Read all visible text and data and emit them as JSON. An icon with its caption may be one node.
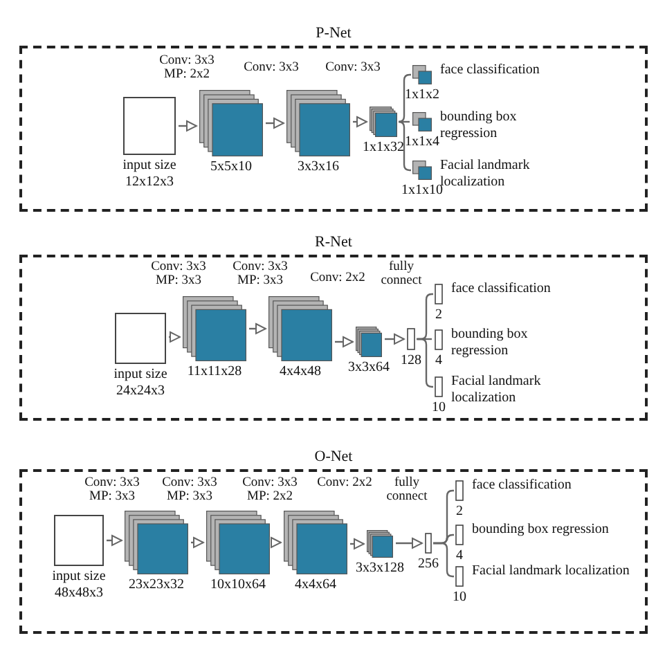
{
  "diagram": {
    "nodes": [
      {
        "text": [
          "P-Net"
        ]
      },
      {
        "text": [
          "input size 12x12x3"
        ],
        "in": 0
      },
      {
        "text": [
          "5x5x10"
        ],
        "in": 0
      },
      {
        "text": [
          "3x3x16"
        ],
        "in": 0
      },
      {
        "text": [
          "1x1x32"
        ],
        "in": 0
      },
      {
        "text": [
          "face classification",
          "1x1x2"
        ],
        "in": 0
      },
      {
        "text": [
          "bounding box regression",
          "1x1x4"
        ],
        "in": 0
      },
      {
        "text": [
          "Facial landmark localization",
          "1x1x10"
        ],
        "in": 0
      },
      {
        "text": [
          "R-Net"
        ]
      },
      {
        "text": [
          "input size 24x24x3"
        ],
        "in": 8
      },
      {
        "text": [
          "11x11x28"
        ],
        "in": 8
      },
      {
        "text": [
          "4x4x48"
        ],
        "in": 8
      },
      {
        "text": [
          "3x3x64"
        ],
        "in": 8
      },
      {
        "text": [
          "128"
        ],
        "in": 8
      },
      {
        "text": [
          "face classification",
          "2"
        ],
        "in": 8
      },
      {
        "text": [
          "bounding box regression",
          "4"
        ],
        "in": 8
      },
      {
        "text": [
          "Facial landmark localization",
          "10"
        ],
        "in": 8
      },
      {
        "text": [
          "O-Net"
        ]
      },
      {
        "text": [
          "input size 48x48x3"
        ],
        "in": 17
      },
      {
        "text": [
          "23x23x32"
        ],
        "in": 17
      },
      {
        "text": [
          "10x10x64"
        ],
        "in": 17
      },
      {
        "text": [
          "4x4x64"
        ],
        "in": 17
      },
      {
        "text": [
          "3x3x128"
        ],
        "in": 17
      },
      {
        "text": [
          "256"
        ],
        "in": 17
      },
      {
        "text": [
          "face classification",
          "2"
        ],
        "in": 17
      },
      {
        "text": [
          "bounding box regression",
          "4"
        ],
        "in": 17
      },
      {
        "text": [
          "Facial landmark localization",
          "10"
        ],
        "in": 17
      }
    ],
    "edges": [
      {
        "from": 1,
        "to": 2,
        "arrow": "to"
      },
      {
        "from": 2,
        "to": 3,
        "arrow": "to"
      },
      {
        "from": 3,
        "to": 4,
        "arrow": "to"
      },
      {
        "from": 4,
        "to": 5,
        "arrow": "none"
      },
      {
        "from": 4,
        "to": 6,
        "arrow": "none"
      },
      {
        "from": 4,
        "to": 7,
        "arrow": "none"
      },
      {
        "from": 9,
        "to": 10,
        "arrow": "to"
      },
      {
        "from": 10,
        "to": 11,
        "arrow": "to"
      },
      {
        "from": 11,
        "to": 12,
        "arrow": "to"
      },
      {
        "from": 12,
        "to": 13,
        "arrow": "to"
      },
      {
        "from": 13,
        "to": 14,
        "arrow": "none"
      },
      {
        "from": 13,
        "to": 15,
        "arrow": "none"
      },
      {
        "from": 13,
        "to": 16,
        "arrow": "none"
      },
      {
        "from": 18,
        "to": 19,
        "arrow": "to"
      },
      {
        "from": 19,
        "to": 20,
        "arrow": "to"
      },
      {
        "from": 20,
        "to": 21,
        "arrow": "to"
      },
      {
        "from": 21,
        "to": 22,
        "arrow": "to"
      },
      {
        "from": 22,
        "to": 23,
        "arrow": "to"
      },
      {
        "from": 23,
        "to": 24,
        "arrow": "none"
      },
      {
        "from": 23,
        "to": 25,
        "arrow": "none"
      },
      {
        "from": 23,
        "to": 26,
        "arrow": "none"
      }
    ],
    "labels": [
      "Conv: 3x3 MP: 2x2",
      "Conv: 3x3",
      "Conv: 3x3",
      "Conv: 3x3 MP: 3x3",
      "Conv: 3x3 MP: 3x3",
      "Conv: 2x2",
      "fully connect",
      "Conv: 3x3 MP: 3x3",
      "Conv: 3x3 MP: 3x3",
      "Conv: 3x3 MP: 2x2",
      "Conv: 2x2",
      "fully connect"
    ]
  }
}
